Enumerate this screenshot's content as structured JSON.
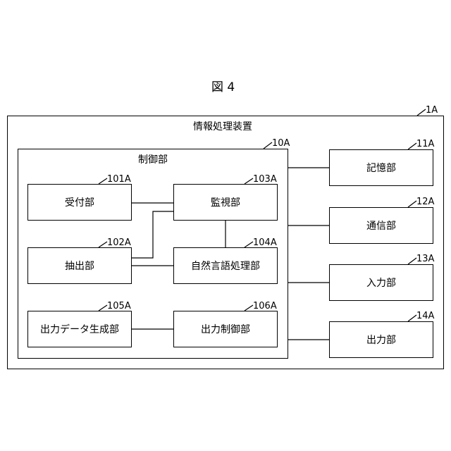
{
  "figure": {
    "title": "図 4"
  },
  "device": {
    "label": "情報処理装置",
    "ref": "1A"
  },
  "control": {
    "label": "制御部",
    "ref": "10A"
  },
  "blocks": {
    "receive": {
      "label": "受付部",
      "ref": "101A"
    },
    "extract": {
      "label": "抽出部",
      "ref": "102A"
    },
    "monitor": {
      "label": "監視部",
      "ref": "103A"
    },
    "nlp": {
      "label": "自然言語処理部",
      "ref": "104A"
    },
    "outgen": {
      "label": "出力データ生成部",
      "ref": "105A"
    },
    "outctrl": {
      "label": "出力制御部",
      "ref": "106A"
    }
  },
  "units": {
    "storage": {
      "label": "記憶部",
      "ref": "11A"
    },
    "comm": {
      "label": "通信部",
      "ref": "12A"
    },
    "input": {
      "label": "入力部",
      "ref": "13A"
    },
    "output": {
      "label": "出力部",
      "ref": "14A"
    }
  }
}
